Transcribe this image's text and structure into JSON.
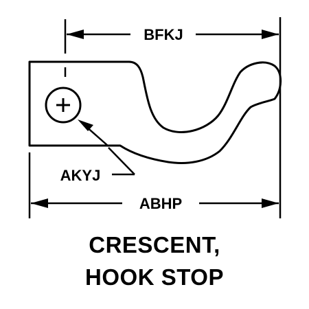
{
  "dimensions": {
    "top": "BFKJ",
    "bottom": "ABHP",
    "hole": "AKYJ"
  },
  "caption": {
    "line1": "CRESCENT,",
    "line2": "HOOK STOP"
  },
  "colors": {
    "ink": "#000000",
    "background": "#ffffff"
  }
}
